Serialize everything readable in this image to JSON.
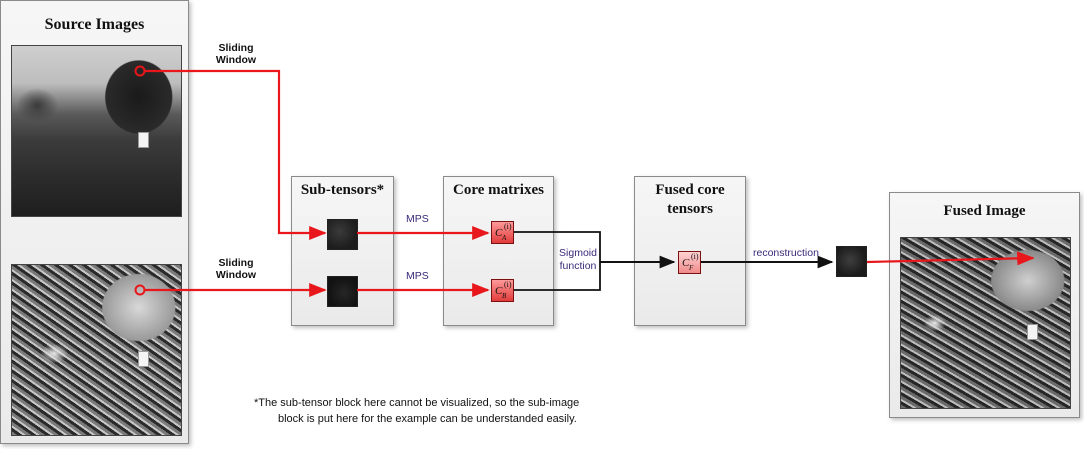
{
  "panels": {
    "source_images": "Source Images",
    "sub_tensors": "Sub-tensors*",
    "core_matrixes": "Core matrixes",
    "fused_core_line1": "Fused core",
    "fused_core_line2": "tensors",
    "fused_image": "Fused Image"
  },
  "labels": {
    "sliding_window_top_1": "Sliding",
    "sliding_window_top_2": "Window",
    "sliding_window_bottom_1": "Sliding",
    "sliding_window_bottom_2": "Window",
    "mps_top": "MPS",
    "mps_bottom": "MPS",
    "sigmoid_1": "Sigmoid",
    "sigmoid_2": "function",
    "reconstruction": "reconstruction"
  },
  "core_symbols": {
    "a": {
      "base": "C",
      "sup": "(i)",
      "sub": "A"
    },
    "b": {
      "base": "C",
      "sup": "(i)",
      "sub": "B"
    },
    "f": {
      "base": "C",
      "sup": "(i)",
      "sub": "F"
    }
  },
  "footnote": {
    "line1": "*The sub-tensor block here cannot be visualized, so the sub-image",
    "line2": "block is put here for the example can be understanded easily."
  },
  "colors": {
    "arrow_red": "#e8171b",
    "arrow_black": "#111111",
    "label_purple": "#3a2a78"
  }
}
